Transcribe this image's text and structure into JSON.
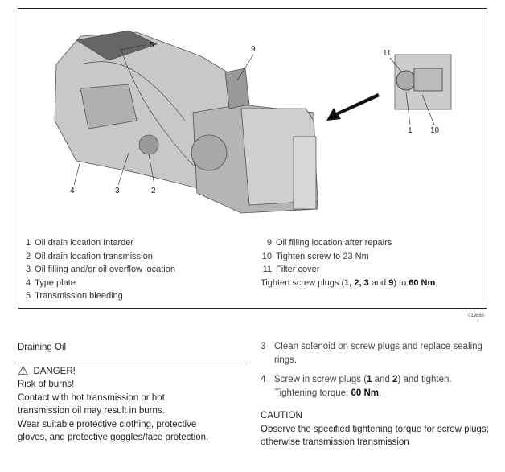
{
  "figure": {
    "callouts": {
      "c5": "5",
      "c9": "9",
      "c11": "11",
      "c1": "1",
      "c10": "10",
      "c4": "4",
      "c3": "3",
      "c2": "2"
    },
    "legend_left": [
      {
        "n": "1",
        "text": "Oil drain location Intarder"
      },
      {
        "n": "2",
        "text": "Oil drain location transmission"
      },
      {
        "n": "3",
        "text": "Oil filling and/or oil overflow location"
      },
      {
        "n": "4",
        "text": "Type plate"
      },
      {
        "n": "5",
        "text": "Transmission bleeding"
      }
    ],
    "legend_right": [
      {
        "n": "9",
        "text": "Oil filling location after repairs"
      },
      {
        "n": "10",
        "text": "Tighten screw to 23 Nm"
      },
      {
        "n": "11",
        "text": "Filter cover"
      }
    ],
    "torque_note": {
      "pre": "Tighten screw plugs (",
      "b1": "1, 2, 3",
      "mid": " and ",
      "b2": "9",
      "mid2": ") to ",
      "b3": "60 Nm",
      "post": "."
    },
    "figure_number": "019868"
  },
  "left": {
    "heading": "Draining Oil",
    "danger_label": "DANGER!",
    "lines": [
      "Risk of burns!",
      "Contact with hot transmission or hot",
      "transmission oil may result in burns.",
      "Wear suitable protective clothing, protective",
      "gloves, and protective goggles/face protection."
    ]
  },
  "right": {
    "step3": {
      "n": "3",
      "text": "Clean solenoid on screw plugs and replace sealing rings."
    },
    "step4": {
      "n": "4",
      "pre": "Screw in screw plugs (",
      "b1": "1",
      "mid": " and ",
      "b2": "2",
      "post": ") and tighten.",
      "line2": "Tightening torque: ",
      "b3": "60 Nm",
      "end": "."
    },
    "caution_heading": "CAUTION",
    "caution_text": "Observe the specified tightening torque for screw plugs; otherwise transmission transmission"
  }
}
